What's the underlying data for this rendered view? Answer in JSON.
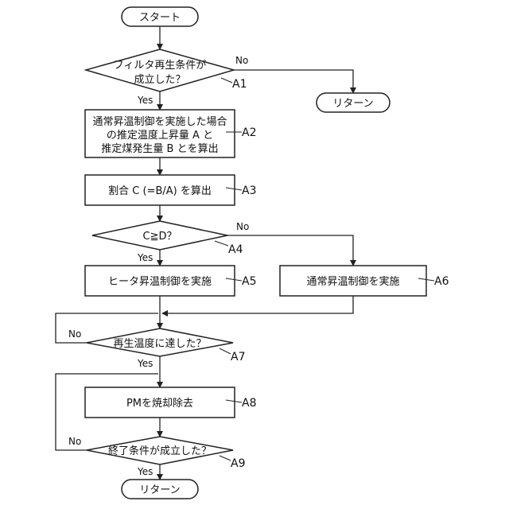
{
  "flowchart": {
    "start": "スタート",
    "return_label": "リターン",
    "a1_line1": "フィルタ再生条件が",
    "a1_line2": "成立した？",
    "a2_line1": "通常昇温制御を実施した場合",
    "a2_line2": "の推定温度上昇量 A と",
    "a2_line3": "推定煤発生量 B とを算出",
    "a3": "割合 C (=B/A) を算出",
    "a4": "C≧D？",
    "a5": "ヒータ昇温制御を実施",
    "a6": "通常昇温制御を実施",
    "a7": "再生温度に達した？",
    "a8": "PMを焼却除去",
    "a9": "終了条件が成立した？",
    "yes": "Yes",
    "no": "No"
  },
  "refs": {
    "a1": "A1",
    "a2": "A2",
    "a3": "A3",
    "a4": "A4",
    "a5": "A5",
    "a6": "A6",
    "a7": "A7",
    "a8": "A8",
    "a9": "A9"
  }
}
